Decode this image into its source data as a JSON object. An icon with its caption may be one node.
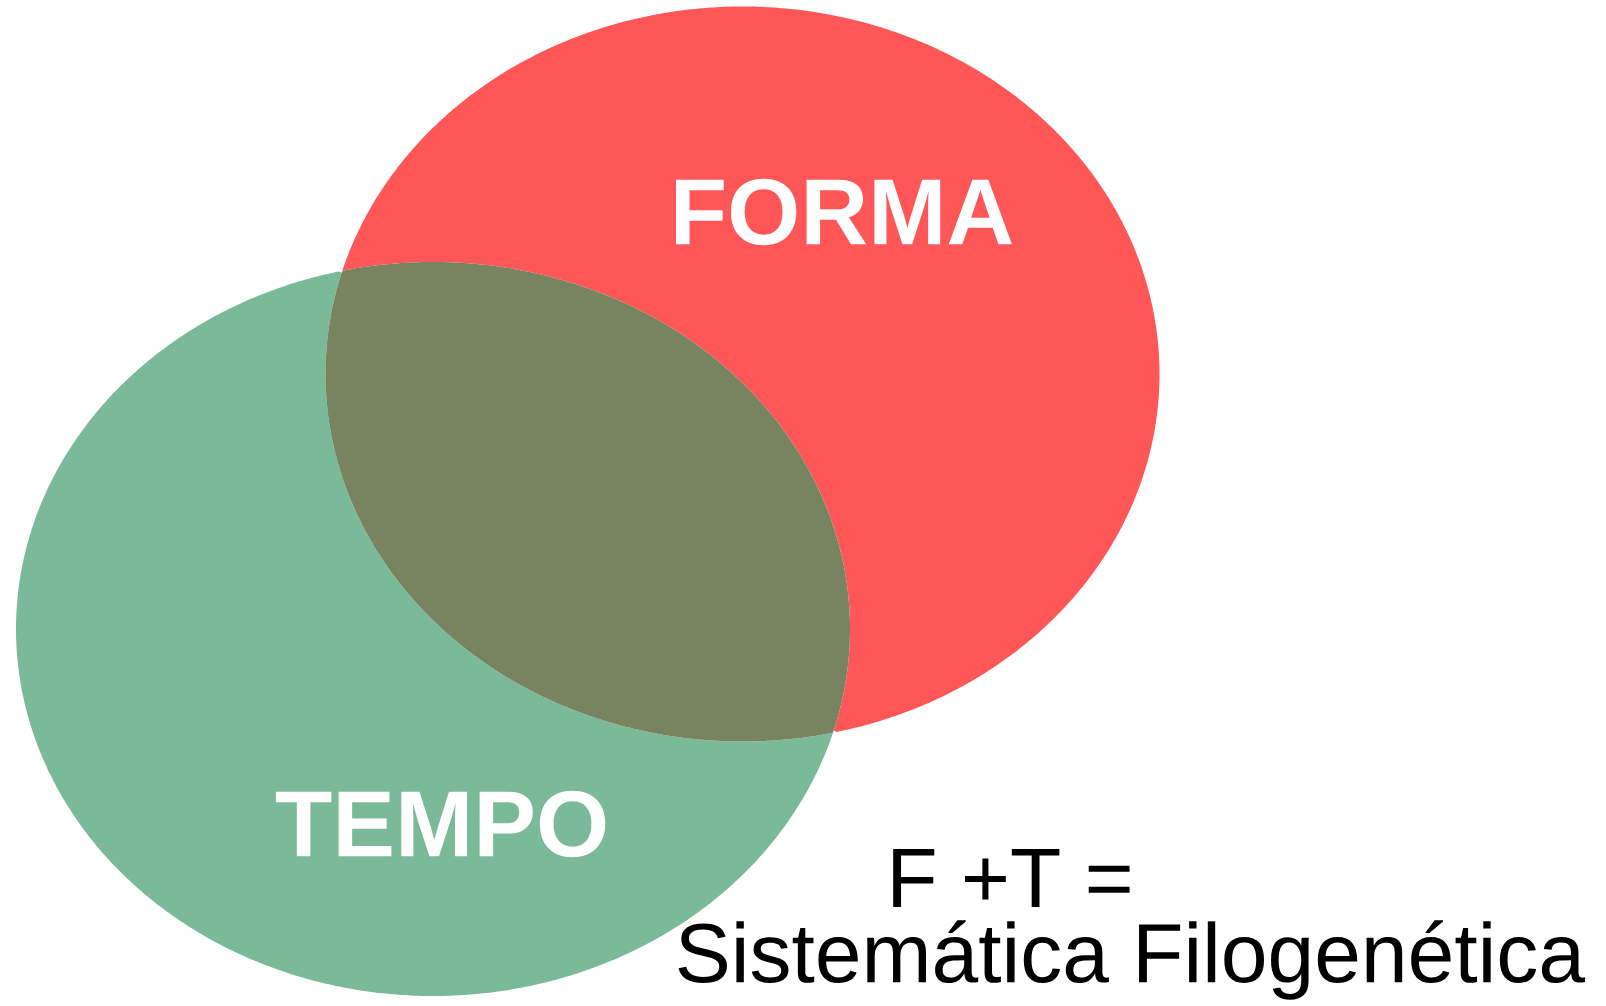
{
  "diagram": {
    "nodes": [
      {
        "text": [
          "FORMA"
        ]
      },
      {
        "text": [
          "TEMPO"
        ]
      },
      {
        "text": [],
        "shape": "lens"
      }
    ],
    "labels": [
      "F +T  =",
      "Sistemática Filogenética"
    ]
  }
}
